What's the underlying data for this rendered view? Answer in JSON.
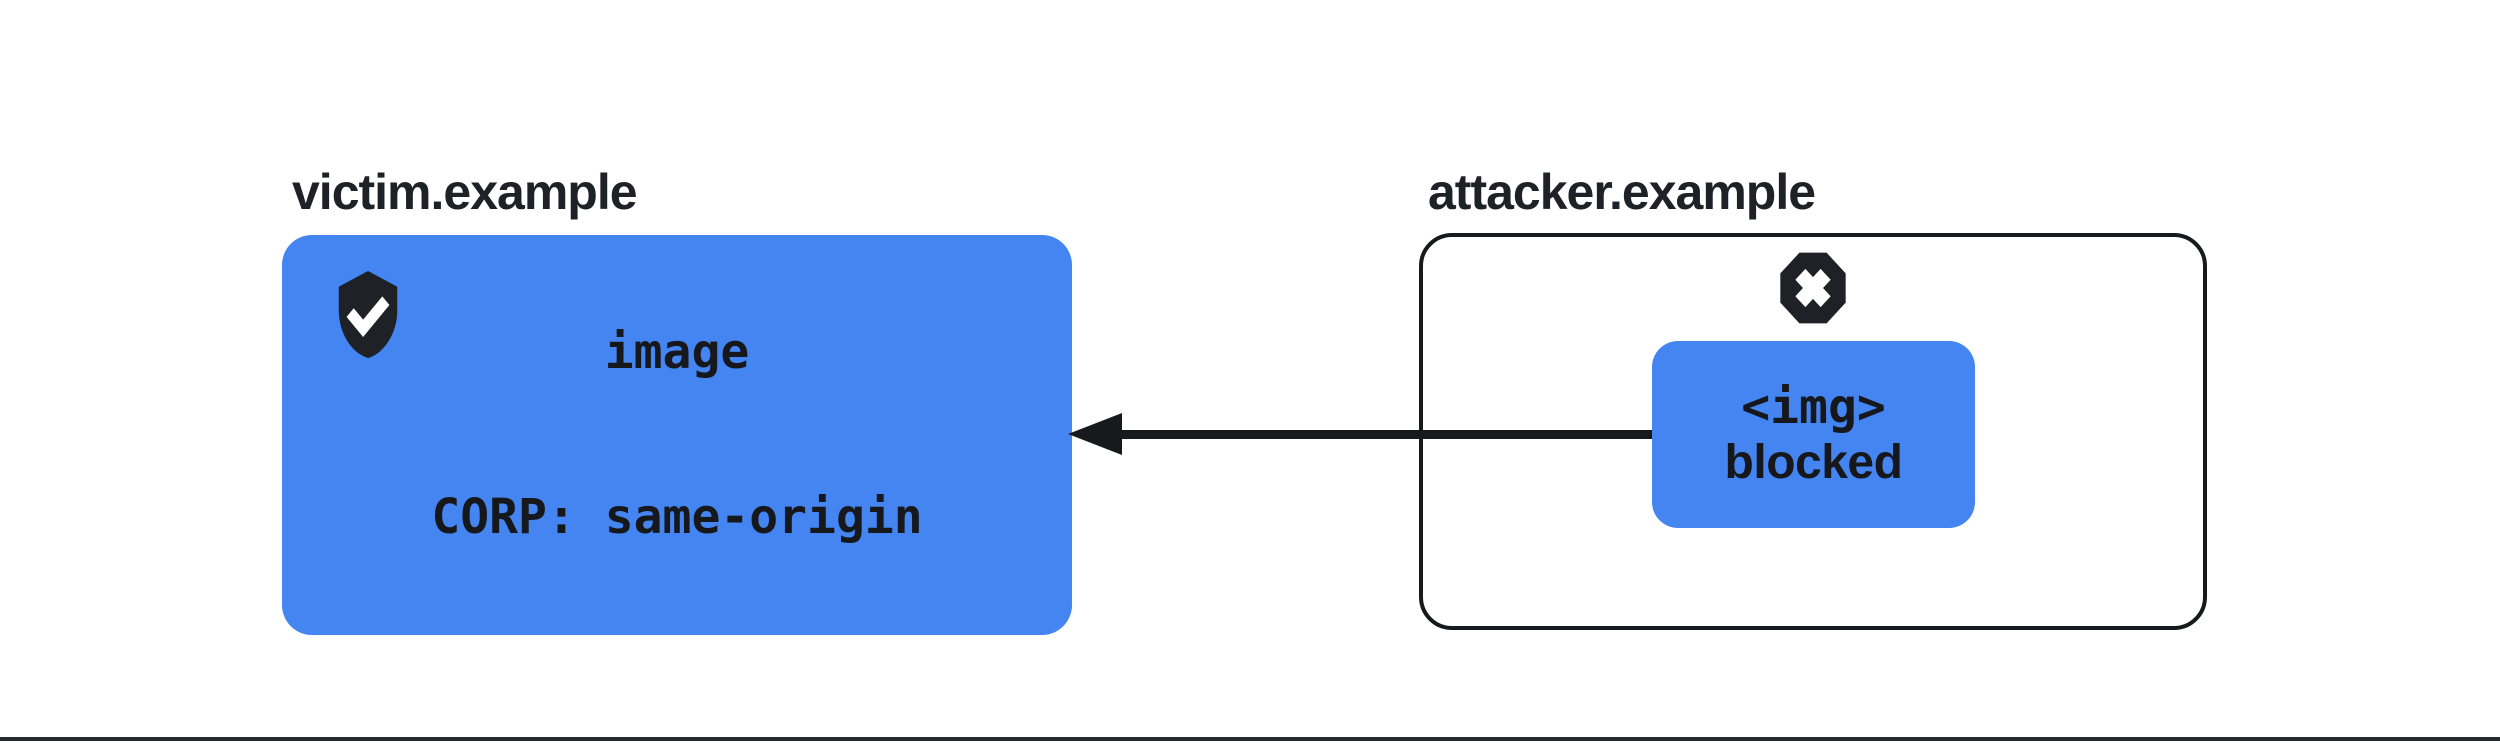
{
  "victim": {
    "label": "victim.example",
    "box": {
      "line1": "image",
      "line2": "CORP: same-origin"
    },
    "icon": "shield-check"
  },
  "attacker": {
    "label": "attacker.example",
    "box": {
      "line1": "<img>",
      "line2": "blocked"
    },
    "icon": "blocked-cross-octagon"
  },
  "arrow": {
    "direction": "right-to-left",
    "from": "attacker.example",
    "to": "victim.example"
  },
  "colors": {
    "accent_blue": "#4485F2",
    "ink": "#17191C",
    "icon_dark": "#1E2126",
    "label_text": "#1E2126",
    "bottom_rule": "#26282B"
  }
}
